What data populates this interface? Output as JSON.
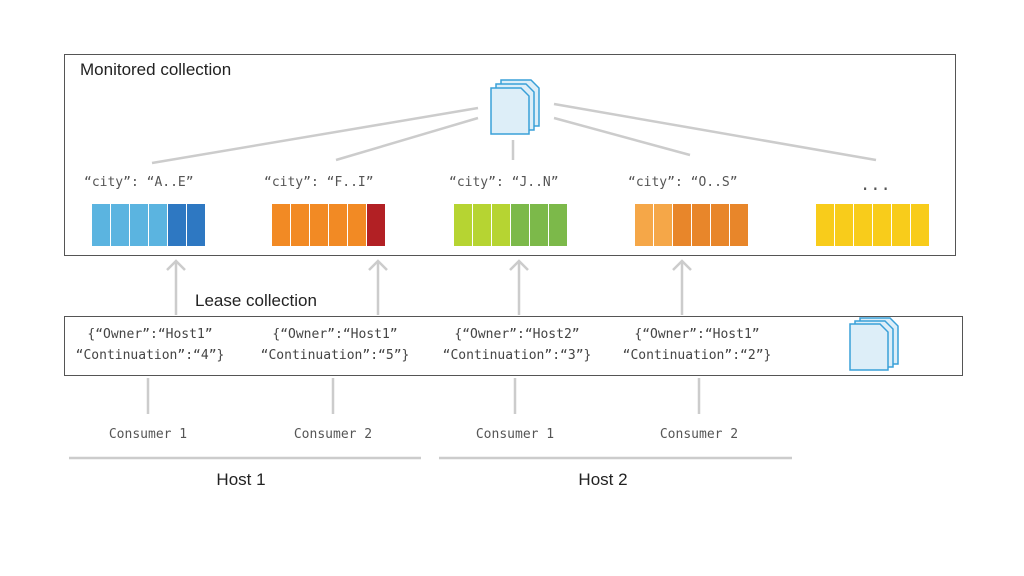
{
  "monitored": {
    "title": "Monitored collection",
    "partitions": [
      {
        "key": "“city”: “A..E”",
        "colors": [
          "#5bb4e0",
          "#5bb4e0",
          "#5bb4e0",
          "#5bb4e0",
          "#2e78c2",
          "#2e78c2"
        ]
      },
      {
        "key": "“city”: “F..I”",
        "colors": [
          "#f28a24",
          "#f28a24",
          "#f28a24",
          "#f28a24",
          "#f28a24",
          "#b22024"
        ]
      },
      {
        "key": "“city”: “J..N”",
        "colors": [
          "#b6d432",
          "#b6d432",
          "#b6d432",
          "#7cb94a",
          "#7cb94a",
          "#7cb94a"
        ]
      },
      {
        "key": "“city”: “O..S”",
        "colors": [
          "#f5a748",
          "#f5a748",
          "#e8862a",
          "#e8862a",
          "#e8862a",
          "#e8862a"
        ]
      },
      {
        "key": "...",
        "colors": [
          "#f8cc1b",
          "#f8cc1b",
          "#f8cc1b",
          "#f8cc1b",
          "#f8cc1b",
          "#f8cc1b"
        ]
      }
    ]
  },
  "lease": {
    "title": "Lease collection",
    "entries": [
      {
        "owner": "{“Owner”:“Host1”",
        "continuation": "“Continuation”:“4”}"
      },
      {
        "owner": "{“Owner”:“Host1”",
        "continuation": "“Continuation”:“5”}"
      },
      {
        "owner": "{“Owner”:“Host2”",
        "continuation": "“Continuation”:“3”}"
      },
      {
        "owner": "{“Owner”:“Host1”",
        "continuation": "“Continuation”:“2”}"
      }
    ]
  },
  "consumers": [
    "Consumer 1",
    "Consumer 2",
    "Consumer 1",
    "Consumer 2"
  ],
  "hosts": [
    "Host 1",
    "Host 2"
  ],
  "icons": {
    "monitored": "documents-icon",
    "lease": "documents-icon"
  },
  "colors": {
    "line": "#cccccc",
    "border": "#555555",
    "doc_fill": "#ddeef8",
    "doc_stroke": "#3aa0d8"
  }
}
